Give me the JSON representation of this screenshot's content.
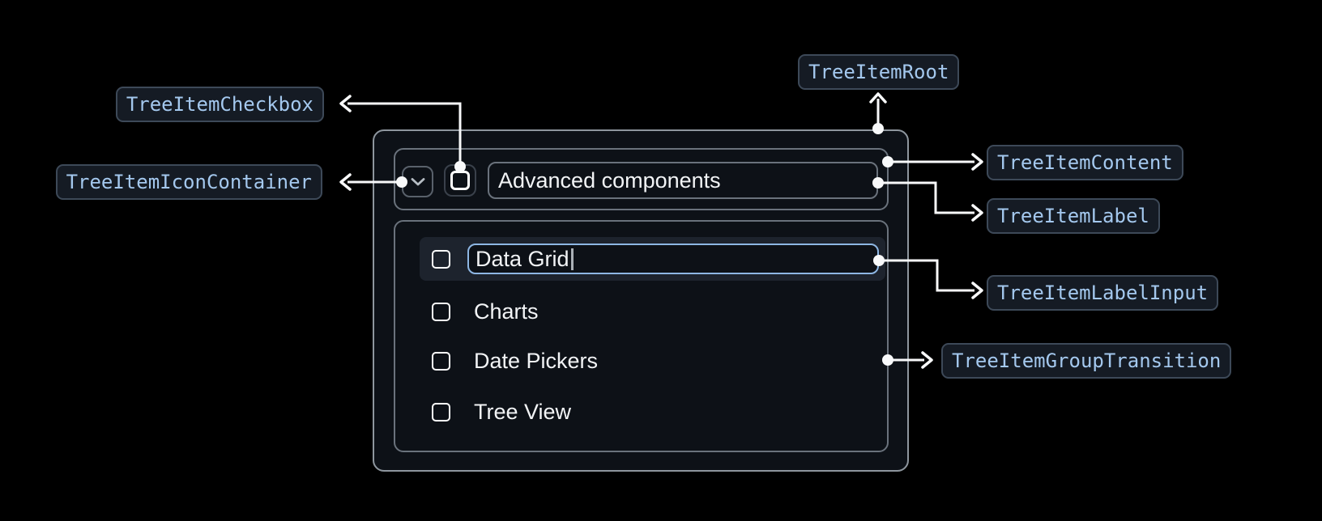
{
  "diagram_badges": {
    "root": "TreeItemRoot",
    "checkbox": "TreeItemCheckbox",
    "icon_container": "TreeItemIconContainer",
    "content": "TreeItemContent",
    "label": "TreeItemLabel",
    "label_input": "TreeItemLabelInput",
    "group_transition": "TreeItemGroupTransition"
  },
  "tree": {
    "parent_label": "Advanced components",
    "expanded": true,
    "items": [
      {
        "label": "Data Grid",
        "editing": true,
        "checked": false
      },
      {
        "label": "Charts",
        "checked": false
      },
      {
        "label": "Date Pickers",
        "checked": false
      },
      {
        "label": "Tree View",
        "checked": false
      }
    ]
  },
  "icons": {
    "expand": "chevron-down-icon",
    "checkbox": "checkbox-unchecked-icon"
  },
  "colors": {
    "background": "#000000",
    "card_background": "#0d1117",
    "card_border": "#8e969e",
    "inner_border": "#6a727c",
    "muted_border": "#3a414b",
    "button_border": "#59616b",
    "row_highlight": "#1d232d",
    "input_focus_border": "#8eb7e4",
    "text_primary": "#f2f4f6",
    "badge_background": "#151b24",
    "badge_border": "#3d4958",
    "badge_text": "#a4c8ee",
    "connector": "#f8f9fa"
  }
}
